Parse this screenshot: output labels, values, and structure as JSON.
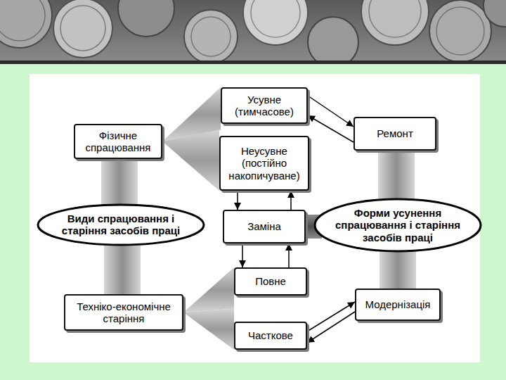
{
  "diagram": {
    "nodes": [
      {
        "text": [
          "Фізичне спрацювання"
        ]
      },
      {
        "text": [
          "Види спрацювання і старіння засобів праці"
        ]
      },
      {
        "text": [
          "Техніко-економічне старіння"
        ]
      },
      {
        "text": [
          "Усувне (тимчасове)"
        ]
      },
      {
        "text": [
          "Неусувне (постійно накопичуване)"
        ]
      },
      {
        "text": [
          "Заміна"
        ]
      },
      {
        "text": [
          "Повне"
        ]
      },
      {
        "text": [
          "Часткове"
        ]
      },
      {
        "text": [
          "Ремонт"
        ]
      },
      {
        "text": [
          "Форми усунення спрацювання і старіння засобів праці"
        ]
      },
      {
        "text": [
          "Модернізація"
        ]
      }
    ],
    "edges": [
      {
        "from": 0,
        "to": 1,
        "arrow": "none"
      },
      {
        "from": 1,
        "to": 2,
        "arrow": "none"
      },
      {
        "from": 0,
        "to": 3,
        "arrow": "none"
      },
      {
        "from": 0,
        "to": 4,
        "arrow": "none"
      },
      {
        "from": 2,
        "to": 6,
        "arrow": "none"
      },
      {
        "from": 2,
        "to": 7,
        "arrow": "none"
      },
      {
        "from": 3,
        "to": 8,
        "arrow": "to"
      },
      {
        "from": 8,
        "to": 3,
        "arrow": "to"
      },
      {
        "from": 4,
        "to": 5,
        "arrow": "to"
      },
      {
        "from": 5,
        "to": 4,
        "arrow": "to"
      },
      {
        "from": 5,
        "to": 6,
        "arrow": "to"
      },
      {
        "from": 6,
        "to": 5,
        "arrow": "to"
      },
      {
        "from": 7,
        "to": 10,
        "arrow": "to"
      },
      {
        "from": 10,
        "to": 7,
        "arrow": "to"
      },
      {
        "from": 5,
        "to": 9,
        "arrow": "none"
      },
      {
        "from": 8,
        "to": 9,
        "arrow": "none"
      },
      {
        "from": 9,
        "to": 10,
        "arrow": "none"
      }
    ]
  }
}
